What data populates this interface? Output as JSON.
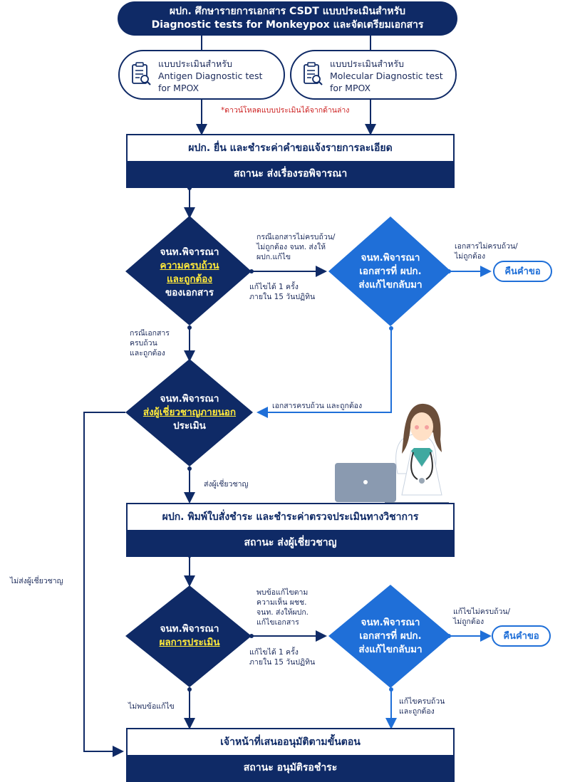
{
  "top": {
    "line1": "ผปก. ศึกษารายการเอกสาร CSDT แบบประเมินสำหรับ",
    "line2": "Diagnostic tests for Monkeypox และจัดเตรียมเอกสาร"
  },
  "assess_antigen": {
    "l1": "แบบประเมินสำหรับ",
    "l2": "Antigen Diagnostic test",
    "l3": "for MPOX"
  },
  "assess_molecular": {
    "l1": "แบบประเมินสำหรับ",
    "l2": "Molecular Diagnostic test",
    "l3": "for MPOX"
  },
  "download_note": "*ดาวน์โหลดแบบประเมินได้จากด้านล่าง",
  "box_submit": {
    "top": "ผปก. ยื่น และชำระค่าคำขอแจ้งรายการละเอียด",
    "status": "สถานะ ส่งเรื่องรอพิจารณา"
  },
  "d1": {
    "l1": "จนท.พิจารณา",
    "l2": "ความครบถ้วน",
    "l3": "และถูกต้อง",
    "l4": "ของเอกสาร"
  },
  "d1_label_fix": {
    "l1": "กรณีเอกสารไม่ครบถ้วน/",
    "l2": "ไม่ถูกต้อง จนท. ส่งให้",
    "l3": "ผปก.แก้ไข"
  },
  "d1_label_once": {
    "l1": "แก้ไขได้ 1 ครั้ง",
    "l2": "ภายใน 15 วันปฏิทิน"
  },
  "d1_label_ok": {
    "l1": "กรณีเอกสาร",
    "l2": "ครบถ้วน",
    "l3": "และถูกต้อง"
  },
  "d2": {
    "l1": "จนท.พิจารณา",
    "l2": "เอกสารที่ ผปก.",
    "l3": "ส่งแก้ไขกลับมา"
  },
  "d2_label_incomplete": {
    "l1": "เอกสารไม่ครบถ้วน/",
    "l2": "ไม่ถูกต้อง"
  },
  "d2_label_complete": "เอกสารครบถ้วน และถูกต้อง",
  "return1": "คืนคำขอ",
  "d3": {
    "l1": "จนท.พิจารณา",
    "l2": "ส่งผู้เชี่ยวชาญภายนอก",
    "l3": "ประเมิน"
  },
  "d3_label_send": "ส่งผู้เชี่ยวชาญ",
  "d3_label_nosend": "ไม่ส่งผู้เชี่ยวชาญ",
  "box_pay": {
    "top": "ผปก. พิมพ์ใบสั่งชำระ และชำระค่าตรวจประเมินทางวิชาการ",
    "status": "สถานะ ส่งผู้เชี่ยวชาญ"
  },
  "d4": {
    "l1": "จนท.พิจารณา",
    "l2": "ผลการประเมิน"
  },
  "d4_label_fix": {
    "l1": "พบข้อแก้ไขตาม",
    "l2": "ความเห็น ผชช.",
    "l3": "จนท. ส่งให้ผปก.",
    "l4": "แก้ไขเอกสาร"
  },
  "d4_label_once": {
    "l1": "แก้ไขได้ 1 ครั้ง",
    "l2": "ภายใน 15 วันปฏิทิน"
  },
  "d4_label_none": "ไม่พบข้อแก้ไข",
  "d5": {
    "l1": "จนท.พิจารณา",
    "l2": "เอกสารที่ ผปก.",
    "l3": "ส่งแก้ไขกลับมา"
  },
  "d5_label_incomplete": {
    "l1": "แก้ไขไม่ครบถ้วน/",
    "l2": "ไม่ถูกต้อง"
  },
  "d5_label_complete": {
    "l1": "แก้ไขครบถ้วน",
    "l2": "และถูกต้อง"
  },
  "return2": "คืนคำขอ",
  "box_final": {
    "top": "เจ้าหน้าที่เสนออนุมัติตามขั้นตอน",
    "status": "สถานะ อนุมัติรอชำระ"
  },
  "colors": {
    "navy": "#0f2a66",
    "blue": "#1f6fd8",
    "yellow": "#ffe93a",
    "red": "#cc1d1d"
  }
}
